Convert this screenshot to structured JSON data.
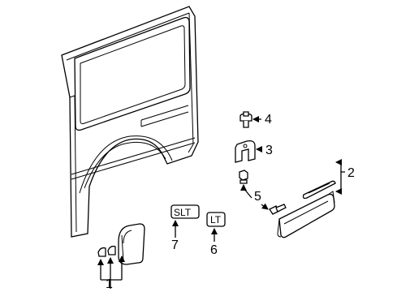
{
  "callouts": {
    "c1": "1",
    "c2": "2",
    "c3": "3",
    "c4": "4",
    "c5": "5",
    "c6": "6",
    "c7": "7"
  },
  "badges": {
    "slt": "SLT",
    "lt": "LT"
  }
}
